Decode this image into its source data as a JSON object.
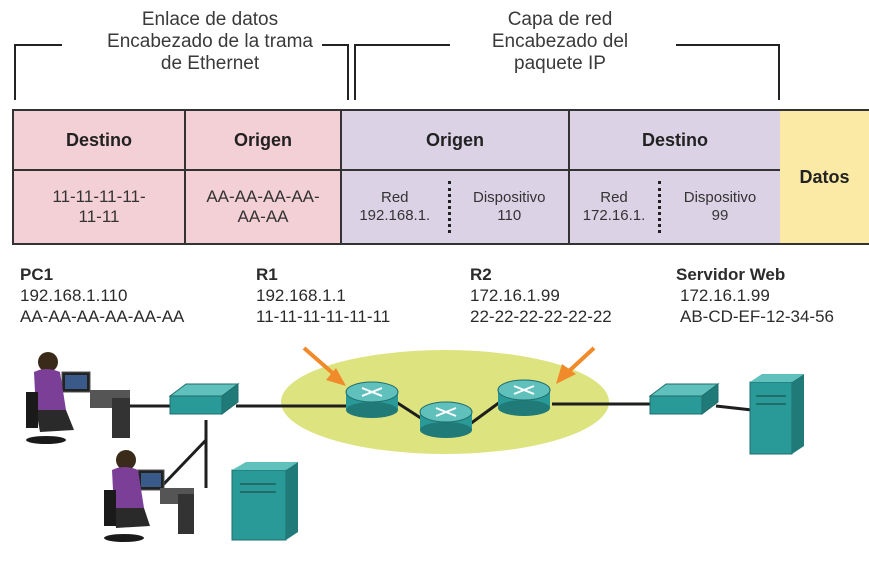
{
  "headers": {
    "datalink": {
      "line1": "Enlace de datos",
      "line2": "Encabezado de la trama",
      "line3": "de Ethernet"
    },
    "network": {
      "line1": "Capa de red",
      "line2": "Encabezado del",
      "line3": "paquete IP"
    }
  },
  "frame": {
    "eth_dest": {
      "title": "Destino",
      "value_line1": "11-11-11-11-",
      "value_line2": "11-11"
    },
    "eth_src": {
      "title": "Origen",
      "value_line1": "AA-AA-AA-AA-",
      "value_line2": "AA-AA"
    },
    "ip_src": {
      "title": "Origen",
      "red_label": "Red",
      "red_value": "192.168.1.",
      "dev_label": "Dispositivo",
      "dev_value": "110"
    },
    "ip_dest": {
      "title": "Destino",
      "red_label": "Red",
      "red_value": "172.16.1.",
      "dev_label": "Dispositivo",
      "dev_value": "99"
    },
    "data": {
      "title": "Datos"
    }
  },
  "devices": {
    "pc1": {
      "name": "PC1",
      "ip": "192.168.1.110",
      "mac": "AA-AA-AA-AA-AA-AA"
    },
    "r1": {
      "name": "R1",
      "ip": "192.168.1.1",
      "mac": "11-11-11-11-11-11"
    },
    "r2": {
      "name": "R2",
      "ip": "172.16.1.99",
      "mac": "22-22-22-22-22-22"
    },
    "web": {
      "name": "Servidor Web",
      "ip": "172.16.1.99",
      "mac": "AB-CD-EF-12-34-56"
    }
  },
  "colors": {
    "ethernet": "#f3cfd6",
    "ip": "#dcd2e6",
    "data": "#fbe9a6",
    "cloud": "#dde37e",
    "device": "#2a9a98",
    "arrow": "#f08a2a"
  }
}
